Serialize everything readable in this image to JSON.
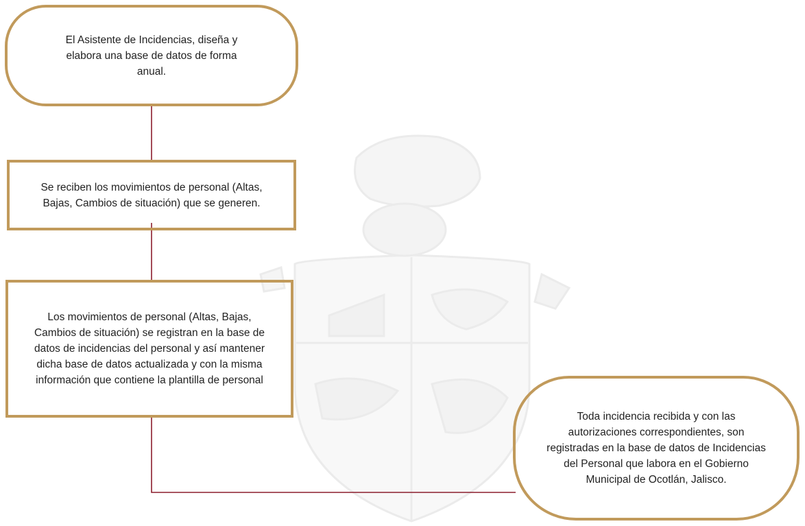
{
  "diagram": {
    "type": "flowchart",
    "colors": {
      "border": "#c19a5b",
      "connector": "#8b1d2c",
      "text": "#222222",
      "watermark": "#e7e7e7"
    },
    "nodes": [
      {
        "id": "start",
        "shape": "terminator",
        "text": "El Asistente de Incidencias, diseña y elabora una base de datos de forma anual."
      },
      {
        "id": "receive",
        "shape": "process",
        "text": "Se reciben los movimientos de personal (Altas, Bajas, Cambios de situación) que se generen."
      },
      {
        "id": "register",
        "shape": "process",
        "text": "Los movimientos de personal (Altas, Bajas, Cambios de situación) se registran en la base de datos de incidencias del personal y así mantener dicha base de datos actualizada y con la misma información que contiene la plantilla de personal"
      },
      {
        "id": "end",
        "shape": "terminator",
        "text": "Toda incidencia recibida y con las autorizaciones correspondientes, son registradas en la base de datos de Incidencias del Personal que labora en el Gobierno Municipal de Ocotlán, Jalisco."
      }
    ],
    "edges": [
      {
        "from": "start",
        "to": "receive"
      },
      {
        "from": "receive",
        "to": "register"
      },
      {
        "from": "register",
        "to": "end"
      }
    ],
    "background": {
      "watermark": "municipal-coat-of-arms"
    }
  }
}
